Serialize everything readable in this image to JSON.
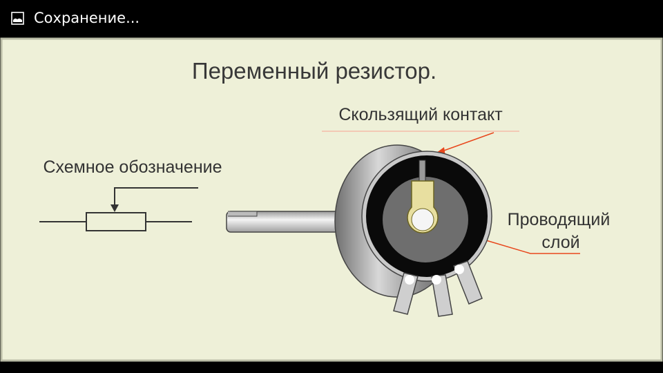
{
  "topbar": {
    "icon": "image-icon",
    "title": "Сохранение..."
  },
  "image": {
    "title": "Переменный  резистор.",
    "label_wiper": "Скользящий контакт",
    "label_schematic": "Схемное обозначение",
    "label_layer_line1": "Проводящий",
    "label_layer_line2": "слой"
  },
  "colors": {
    "background": "#eef0d8",
    "accent": "#e8471c",
    "text": "#333333"
  }
}
